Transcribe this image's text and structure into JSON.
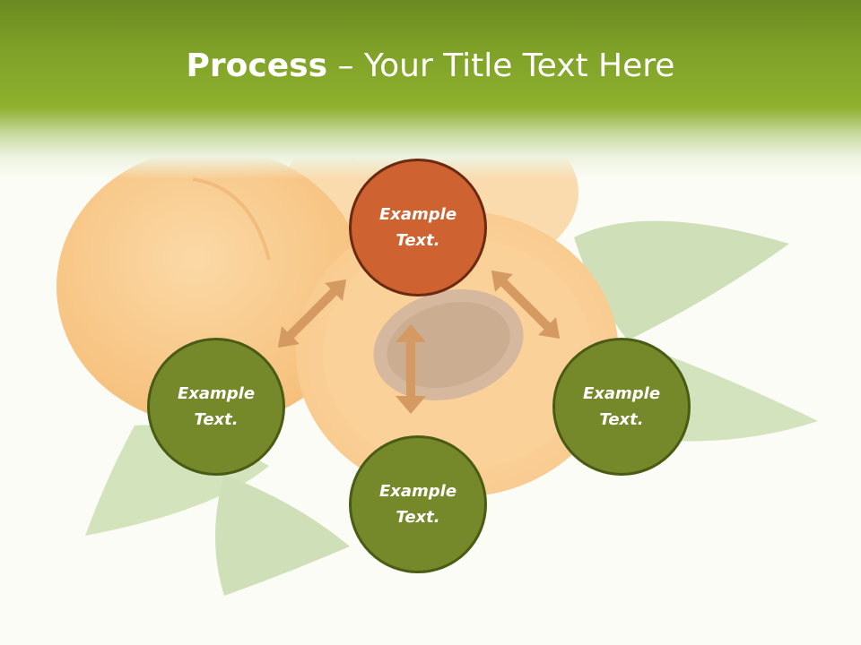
{
  "title": {
    "bold": "Process",
    "rest": " – Your Title Text Here"
  },
  "nodes": {
    "top": "Example\nText.",
    "left": "Example\nText.",
    "right": "Example\nText.",
    "bottom": "Example\nText."
  },
  "colors": {
    "header_green": "#7ea128",
    "node_green": "#75892a",
    "node_orange": "#cf6231",
    "arrow": "#d49a62"
  }
}
